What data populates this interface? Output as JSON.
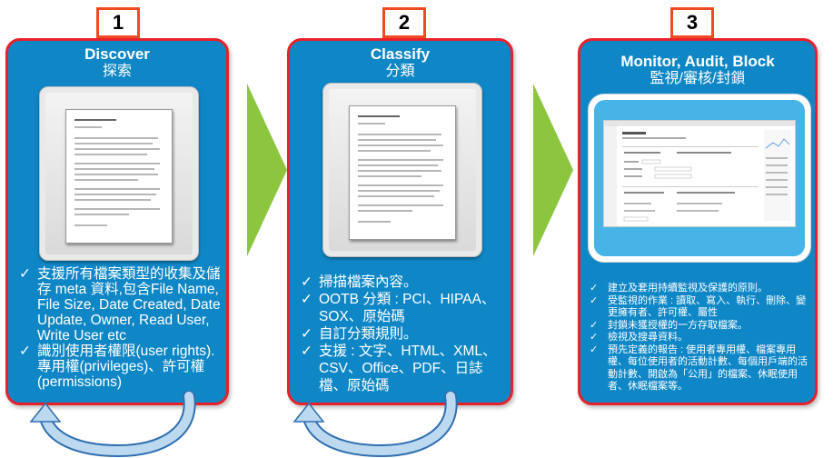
{
  "steps": [
    {
      "number": "1",
      "title": "Discover",
      "subtitle": "探索",
      "bullets": [
        "支援所有檔案類型的收集及儲存 meta 資料,包含File Name, File Size, Date Created, Date Update, Owner, Read User, Write User etc",
        "識別使用者權限(user rights).專用權(privileges)、許可權(permissions)"
      ]
    },
    {
      "number": "2",
      "title": "Classify",
      "subtitle": "分類",
      "bullets": [
        "掃描檔案內容。",
        "OOTB 分類 : PCI、HIPAA、SOX、原始碼",
        "自訂分類規則。",
        "支援 : 文字、HTML、XML、CSV、Office、PDF、日誌檔、原始碼"
      ]
    },
    {
      "number": "3",
      "title": "Monitor, Audit, Block",
      "subtitle": "監視/審核/封鎖",
      "bullets": [
        "建立及套用持續監視及保護的原則。",
        "受監視的作業 : 讀取、寫入、執行、刪除、變更擁有者、許可權、屬性",
        "封鎖未獲授權的一方存取檔案。",
        "檢視及搜尋資料。",
        "預先定義的報告 : 使用者專用權、檔案專用權、每位使用者的活動計數、每個用戶端的活動計數、開啟為「公用」的檔案、休眠使用者、休眠檔案等。"
      ]
    }
  ],
  "colors": {
    "card_fill": "#0f87c6",
    "card_border": "#e8202a",
    "number_border": "#f04a23",
    "arrow": "#8cc63f",
    "cycle_arrow": "#bcd9f0"
  }
}
